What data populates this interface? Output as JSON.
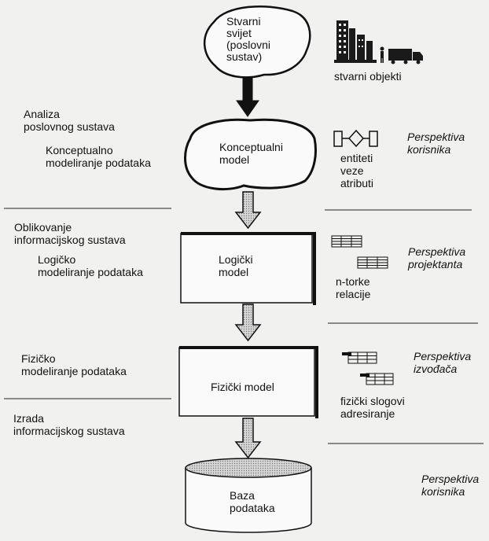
{
  "nodes": {
    "real_world": "Stvarni\nsvijet\n(poslovni\nsustav)",
    "conceptual": "Konceptualni\nmodel",
    "logical": "Logički\nmodel",
    "physical": "Fizički model",
    "database": "Baza\npodataka"
  },
  "left_labels": {
    "analysis": "Analiza\nposlovnog sustava",
    "conceptual_modeling": "Konceptualno\nmodeliranje podataka",
    "is_design": "Oblikovanje\ninformacijskog sustava",
    "logical_modeling": "Logičko\nmodeliranje podataka",
    "physical_modeling": "Fizičko\nmodeliranje podataka",
    "is_build": "Izrada\ninformacijskog sustava"
  },
  "right_labels": {
    "real_objects": "stvarni objekti",
    "entities": "entiteti\nveze\natributi",
    "tuples": "n-torke\nrelacije",
    "physical_records": "fizički slogovi\nadresiranje"
  },
  "perspectives": {
    "user_top": "Perspektiva\nkorisnika",
    "designer": "Perspektiva\nprojektanta",
    "implementer": "Perspektiva\nizvođača",
    "user_bottom": "Perspektiva\nkorisnika"
  },
  "icons": {
    "factory": "factory-icon",
    "person": "person-icon",
    "truck": "truck-icon",
    "er_symbols": "er-symbols-icon",
    "table": "table-grid-icon"
  }
}
